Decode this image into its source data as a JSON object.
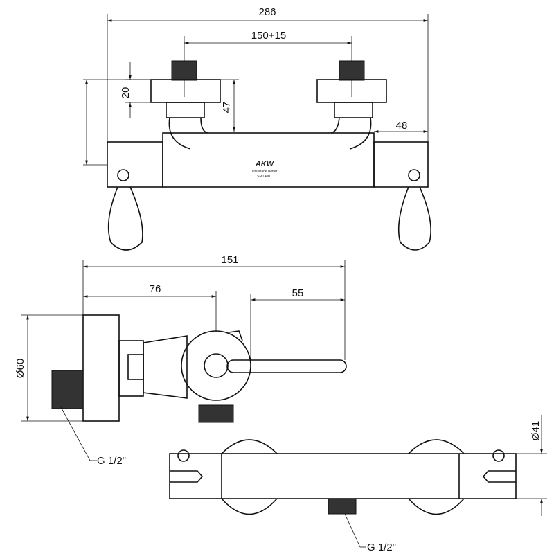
{
  "top_view": {
    "overall_width": "286",
    "centers": "150+15",
    "flange": "20",
    "height": "47",
    "side": "48",
    "logo": {
      "brand": "AKW",
      "tagline": "Life Made Better",
      "model": "SMT4001"
    }
  },
  "side_view": {
    "depth": "151",
    "to_handle": "76",
    "lever": "55",
    "diameter": "Ø60",
    "thread": "G 1/2\""
  },
  "bottom_view": {
    "diameter": "Ø41",
    "thread": "G 1/2\""
  }
}
